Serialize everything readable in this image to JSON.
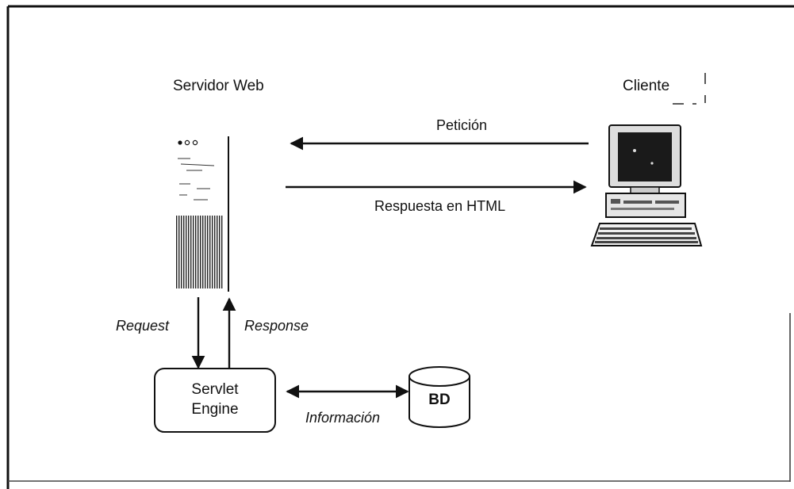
{
  "diagram": {
    "server_label": "Servidor Web",
    "client_label": "Cliente",
    "request_arrow_label": "Petición",
    "response_arrow_label": "Respuesta en HTML",
    "request_label": "Request",
    "response_label": "Response",
    "engine_label_line1": "Servlet",
    "engine_label_line2": "Engine",
    "info_label": "Información",
    "db_label": "BD"
  },
  "colors": {
    "ink": "#111111",
    "background": "#ffffff",
    "screen": "#1a1a1a"
  }
}
